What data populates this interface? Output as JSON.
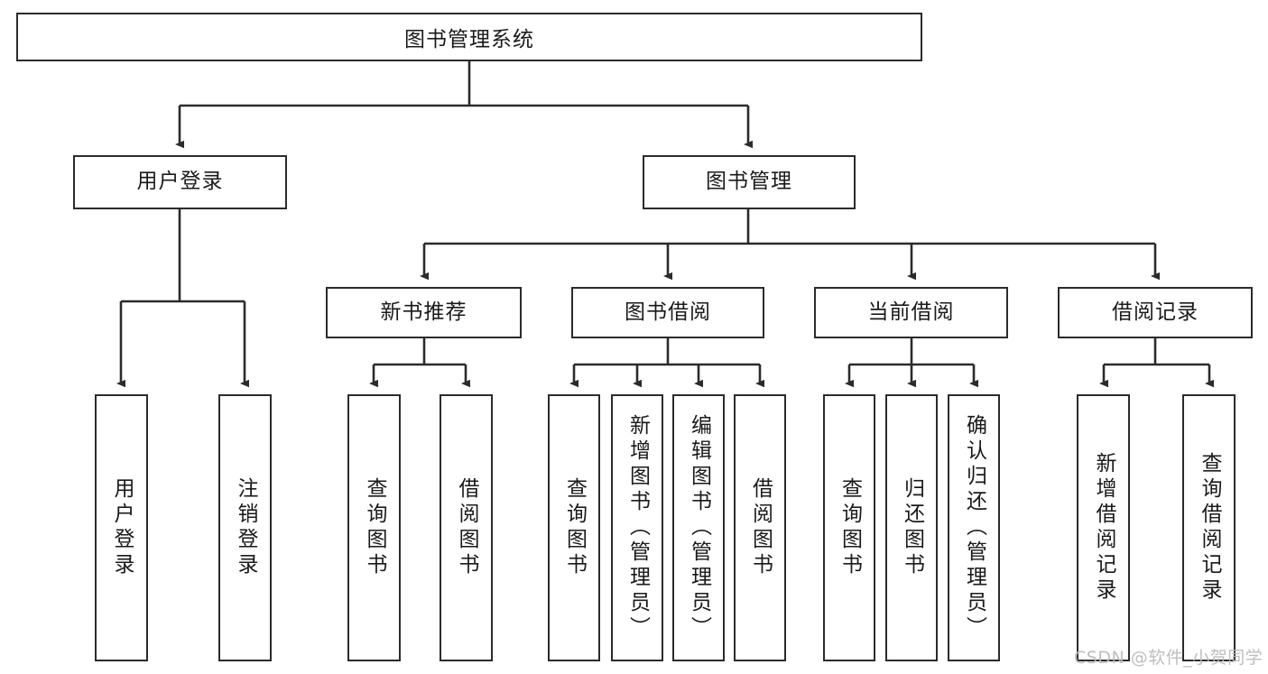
{
  "diagram": {
    "title": "图书管理系统",
    "type": "tree-hierarchy-chart",
    "watermark": "CSDN @软件_小贺同学",
    "colors": {
      "box_border": "#2b2b2b",
      "box_fill": "#ffffff",
      "edge": "#2b2b2b",
      "text": "#1a1a1a",
      "watermark": "#b9b9b9",
      "background": "#ffffff"
    },
    "root": {
      "label": "图书管理系统"
    },
    "level2": [
      {
        "label": "用户登录"
      },
      {
        "label": "图书管理"
      }
    ],
    "level3": [
      {
        "label": "新书推荐"
      },
      {
        "label": "图书借阅"
      },
      {
        "label": "当前借阅"
      },
      {
        "label": "借阅记录"
      }
    ],
    "leaves": {
      "user_login": [
        {
          "label": "用户登录"
        },
        {
          "label": "注销登录"
        }
      ],
      "new_book": [
        {
          "label": "查询图书"
        },
        {
          "label": "借阅图书"
        }
      ],
      "book_borrow": [
        {
          "label": "查询图书"
        },
        {
          "label": "新增图书（管理员）"
        },
        {
          "label": "编辑图书（管理员）"
        },
        {
          "label": "借阅图书"
        }
      ],
      "current_borrow": [
        {
          "label": "查询图书"
        },
        {
          "label": "归还图书"
        },
        {
          "label": "确认归还（管理员）"
        }
      ],
      "borrow_record": [
        {
          "label": "新增借阅记录"
        },
        {
          "label": "查询借阅记录"
        }
      ]
    }
  }
}
